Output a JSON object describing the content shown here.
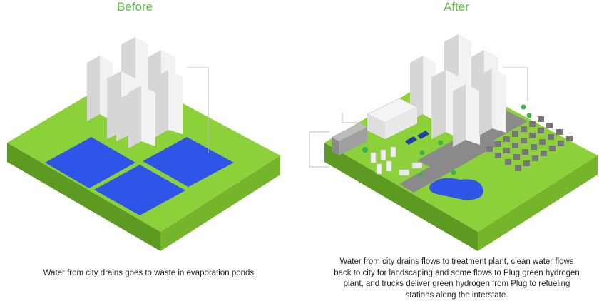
{
  "before": {
    "heading": "Before",
    "caption": "Water from city drains goes to waste in evaporation ponds."
  },
  "after": {
    "heading": "After",
    "caption": "Water from city drains flows to treatment plant, clean water flows back to city for landscaping and some flows to Plug green hydrogen plant, and trucks deliver green hydrogen from Plug to refueling stations along the interstate."
  },
  "colors": {
    "heading_green": "#5fb848",
    "grass_top": "#8cd03a",
    "grass_side_dark": "#5c9a22",
    "grass_side_light": "#74b52c",
    "pond_blue": "#2f55e8",
    "building_light": "#f2f2f2",
    "building_shade": "#d6d6d6",
    "road_gray": "#8a8a8a",
    "house_gray": "#777777",
    "tree_green": "#3db24a"
  }
}
